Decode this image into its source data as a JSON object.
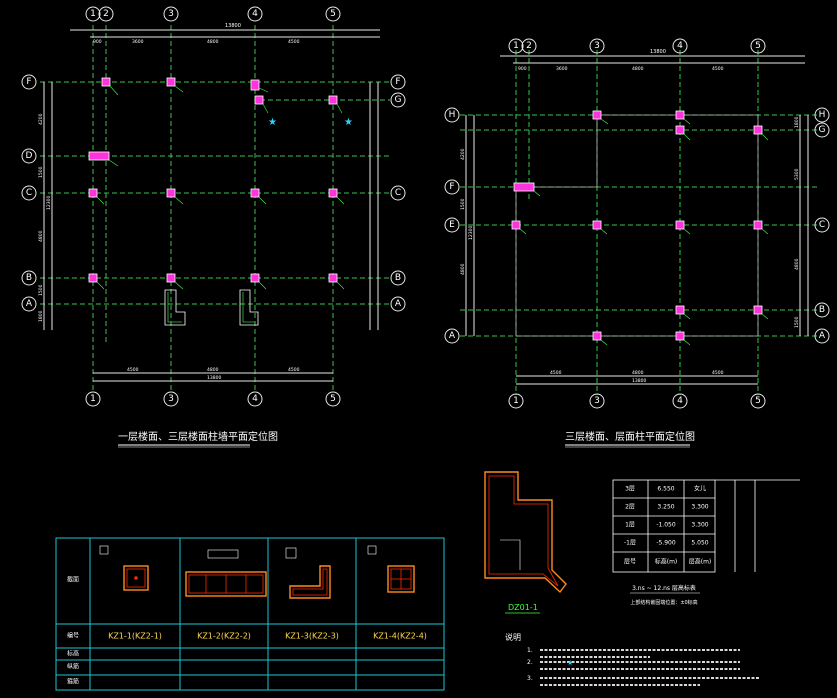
{
  "colors": {
    "background": "#000000",
    "axis": "#e8e8e8",
    "grid": "#39c24a",
    "dim": "#ffffff",
    "column_fill": "#ff33dd",
    "column_outline": "#ffffff",
    "label_text": "#3cff3c",
    "section_outline": "#ff8a1e",
    "rebar": "#ff2a00",
    "table_border": "#18c8d6",
    "title": "#ffffff",
    "star": "#28d4ff"
  },
  "plan1": {
    "title": "一层楼面、三层楼面柱墙平面定位图",
    "col_axes": [
      "1",
      "2",
      "3",
      "4",
      "5"
    ],
    "row_axes": [
      "F",
      "D",
      "C",
      "B",
      "A"
    ],
    "row_axes_right": [
      "F",
      "G",
      "C",
      "B",
      "A"
    ],
    "top_dims": [
      "900",
      "3600",
      "4800",
      "4500"
    ],
    "top_total": "13800",
    "bottom_dims": [
      "4500",
      "4800",
      "4500"
    ],
    "bottom_total": "13800",
    "left_dims": [
      "4200",
      "1500",
      "4800",
      "1500",
      "1800"
    ],
    "left_total": "12300"
  },
  "plan2": {
    "title": "三层楼面、层面柱平面定位图",
    "col_axes": [
      "1",
      "2",
      "3",
      "4",
      "5"
    ],
    "col_axes_bottom": [
      "1",
      "3",
      "4",
      "5"
    ],
    "row_axes_left": [
      "H",
      "F",
      "E",
      "A"
    ],
    "row_axes_right": [
      "H",
      "G",
      "C",
      "B",
      "A"
    ],
    "top_dims": [
      "900",
      "3600",
      "4800",
      "4500"
    ],
    "top_total": "13800",
    "bottom_dims": [
      "4500",
      "4800",
      "4500"
    ],
    "bottom_total": "13800",
    "left_dims": [
      "4200",
      "1500",
      "4800"
    ],
    "left_total": "12300",
    "right_dims": [
      "1800",
      "5300",
      "4800",
      "1500"
    ]
  },
  "column_table": {
    "row_labels": [
      "截面",
      "编号",
      "标高",
      "纵筋",
      "箍筋"
    ],
    "columns": [
      {
        "code": "KZ1-1(KZ2-1)"
      },
      {
        "code": "KZ1-2(KZ2-2)"
      },
      {
        "code": "KZ1-3(KZ2-3)"
      },
      {
        "code": "KZ1-4(KZ2-4)"
      }
    ]
  },
  "detail": {
    "label": "DZ01-1"
  },
  "level_table": {
    "rows": [
      {
        "floor": "3层",
        "elevation": "6.550",
        "height": "女儿"
      },
      {
        "floor": "2层",
        "elevation": "3.250",
        "height": "3.300"
      },
      {
        "floor": "1层",
        "elevation": "-1.050",
        "height": "3.300"
      },
      {
        "floor": "-1层",
        "elevation": "-5.900",
        "height": "5.050"
      },
      {
        "floor": "层号",
        "elevation": "标高(m)",
        "height": "层高(m)"
      }
    ],
    "caption": "3.ns ~ 12.ns 层高标表",
    "subcaption": "上部结构嵌固端位置：±0标高"
  },
  "notes": {
    "heading": "说明",
    "items": [
      "1.",
      "2.",
      "3."
    ]
  }
}
